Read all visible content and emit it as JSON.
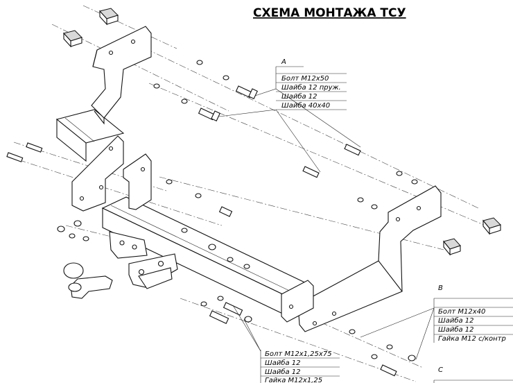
{
  "title": "СХЕМА МОНТАЖА ТСУ",
  "callouts": {
    "A": {
      "letter": "A",
      "items": [
        "Болт М12х50",
        "Шайба 12 пруж.",
        "Шайба 12",
        "Шайба 40х40"
      ]
    },
    "B": {
      "letter": "B",
      "items": [
        "Болт М12х40",
        "Шайба 12",
        "Шайба 12",
        "Гайка М12 с/контр"
      ]
    },
    "C": {
      "letter": "C"
    },
    "D": {
      "items": [
        "Болт М12х1,25х75",
        "Шайба 12",
        "Шайба 12",
        "Гайка М12х1,25"
      ]
    }
  }
}
